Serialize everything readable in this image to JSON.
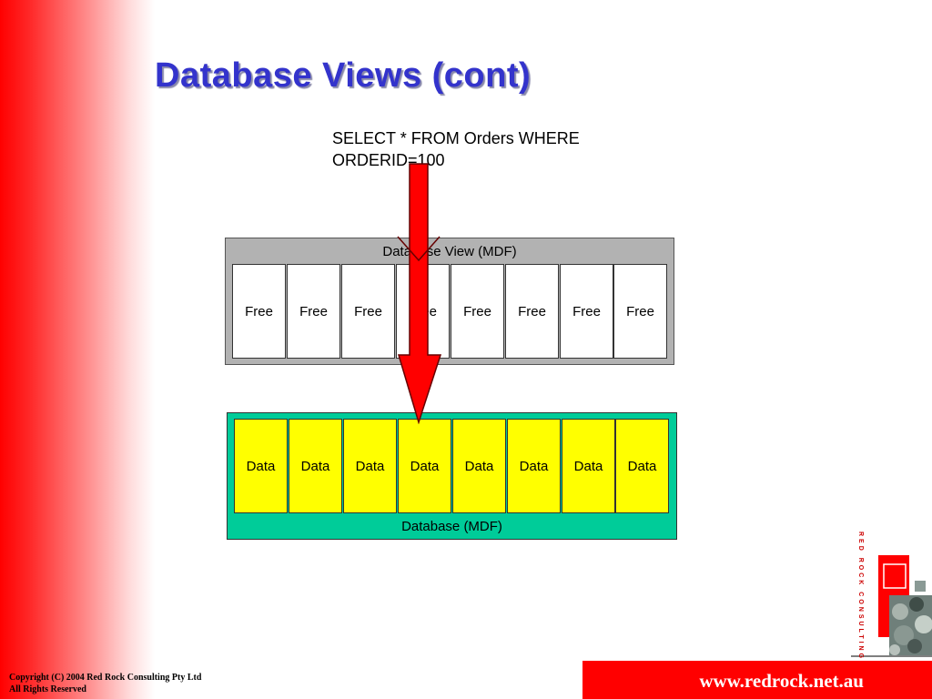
{
  "slide": {
    "title": "Database Views (cont)",
    "query_line1": "SELECT * FROM Orders WHERE",
    "query_line2": "ORDERID=100"
  },
  "view": {
    "label": "Database View (MDF)",
    "cells": [
      "Free",
      "Free",
      "Free",
      "Free",
      "Free",
      "Free",
      "Free",
      "Free"
    ]
  },
  "database": {
    "label": "Database (MDF)",
    "cells": [
      "Data",
      "Data",
      "Data",
      "Data",
      "Data",
      "Data",
      "Data",
      "Data"
    ]
  },
  "logo": {
    "text": "RED ROCK CONSULTING"
  },
  "footer": {
    "copyright_line1": "Copyright (C)  2004  Red Rock Consulting Pty Ltd",
    "copyright_line2": "All Rights Reserved",
    "url": "www.redrock.net.au"
  },
  "colors": {
    "title": "#3333cc",
    "view_bg": "#b2b2b2",
    "db_bg": "#00cc99",
    "data_cell": "#ffff00",
    "arrow": "#ff0000",
    "url_bar": "#ff0000"
  }
}
